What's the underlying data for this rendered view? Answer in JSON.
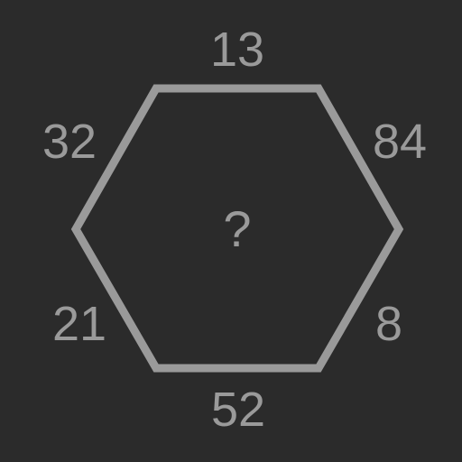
{
  "puzzle": {
    "edges": {
      "top": "13",
      "top_right": "84",
      "bottom_right": "8",
      "bottom": "52",
      "bottom_left": "21",
      "top_left": "32"
    },
    "center": "?"
  },
  "colors": {
    "background": "#2b2b2b",
    "outline": "#9a9a9a",
    "text": "#9a9a9a"
  }
}
